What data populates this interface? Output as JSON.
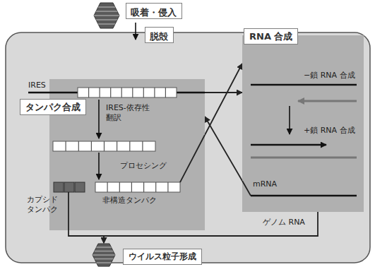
{
  "diagram": {
    "nodes": [
      {
        "text": [
          "吸着・侵入"
        ]
      },
      {
        "text": [
          "脱殻"
        ]
      },
      {
        "text": [
          "RNA 合成"
        ]
      },
      {
        "text": [
          "タンパク合成"
        ]
      },
      {
        "text": [
          "ウイルス粒子形成"
        ]
      }
    ],
    "edges": [
      {
        "from": 3,
        "to": 2,
        "arrow": "to"
      },
      {
        "from": 3,
        "to": 2,
        "arrow": "to"
      },
      {
        "from": 2,
        "to": 3,
        "arrow": "to"
      },
      {
        "from": 2,
        "to": 4,
        "label": "ゲノム RNA",
        "arrow": "to"
      },
      {
        "from": 3,
        "to": 4,
        "arrow": "to"
      }
    ],
    "labels": [
      "−鎖 RNA 合成",
      "IRES",
      "IRES-依存性 翻訳",
      "+鎖 RNA 合成",
      "プロセシング",
      "mRNA",
      "カプシド タンパク",
      "非構造タンパク"
    ]
  }
}
